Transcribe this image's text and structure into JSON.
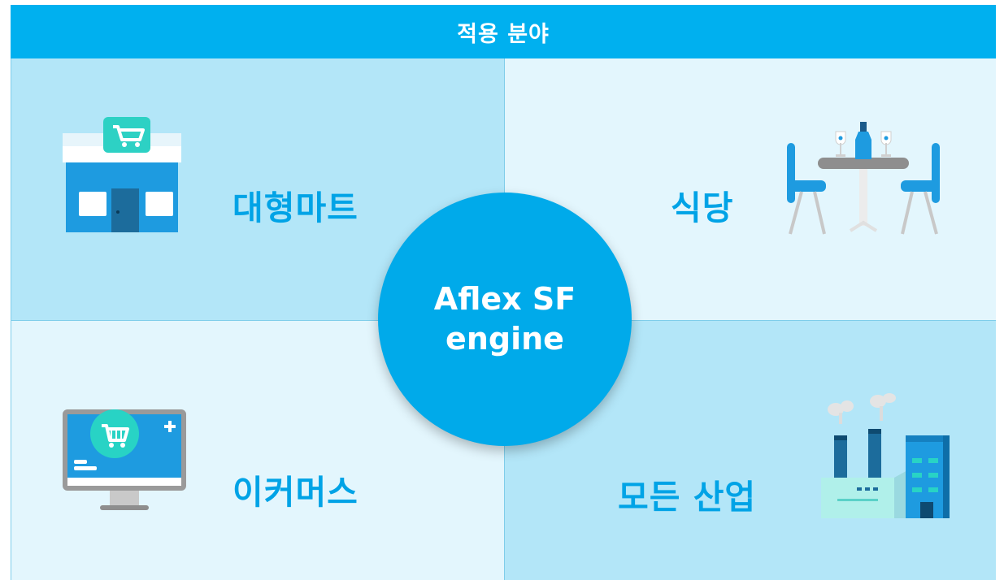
{
  "header": {
    "title": "적용 분야"
  },
  "center": {
    "line1": "Aflex SF",
    "line2": "engine"
  },
  "quadrants": {
    "top_left": {
      "label": "대형마트",
      "icon": "store-icon"
    },
    "top_right": {
      "label": "식당",
      "icon": "restaurant-table-icon"
    },
    "bottom_left": {
      "label": "이커머스",
      "icon": "ecommerce-monitor-icon"
    },
    "bottom_right": {
      "label": "모든 산업",
      "icon": "factory-icon"
    }
  },
  "colors": {
    "header": "#00b0ef",
    "accent_text": "#00a3e6",
    "quadrant_dark": "#b3e6f8",
    "quadrant_light": "#e3f6fd",
    "center_circle": "#00aaea"
  }
}
